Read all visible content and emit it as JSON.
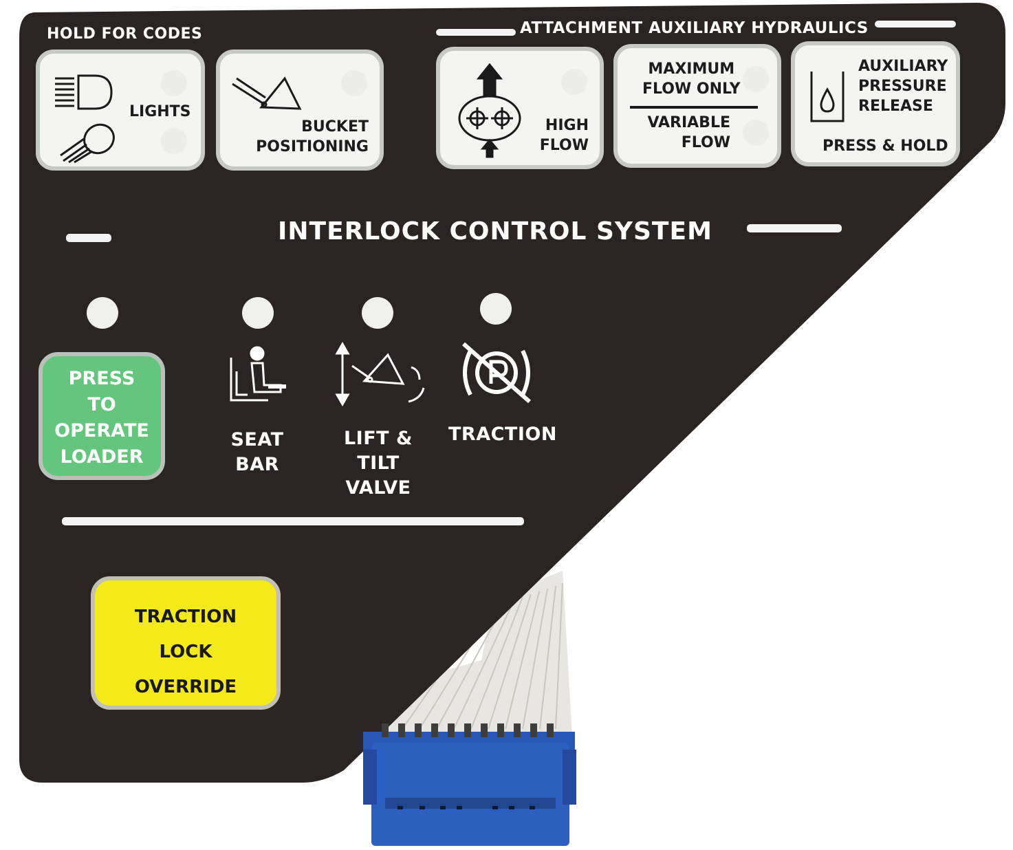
{
  "panel": {
    "color_panel": "#2a2422",
    "color_key_face": "#f4f4f2",
    "color_key_border": "#c6c9c6",
    "color_green": "#64c67c",
    "color_yellow": "#f4ea1a",
    "color_connector": "#2c5fc0"
  },
  "top_left_heading": "HOLD FOR CODES",
  "aux_heading": "ATTACHMENT AUXILIARY HYDRAULICS",
  "keys": {
    "lights": {
      "label": "LIGHTS",
      "icons": [
        "headlight-icon",
        "work-light-icon"
      ]
    },
    "bucket": {
      "line1": "BUCKET",
      "line2": "POSITIONING",
      "icon": "bucket-icon"
    },
    "high_flow": {
      "line1": "HIGH",
      "line2": "FLOW",
      "icon": "hydraulic-pump-icon"
    },
    "flow_mode": {
      "top1": "MAXIMUM",
      "top2": "FLOW ONLY",
      "bottom1": "VARIABLE",
      "bottom2": "FLOW"
    },
    "pressure_release": {
      "line1": "AUXILIARY",
      "line2": "PRESSURE",
      "line3": "RELEASE",
      "line4": "PRESS & HOLD",
      "icon": "fluid-drop-icon"
    }
  },
  "section_title": "INTERLOCK CONTROL SYSTEM",
  "indicators": [
    {
      "line1": "SEAT",
      "line2": "BAR",
      "icon": "seat-bar-icon"
    },
    {
      "line1": "LIFT & TILT",
      "line2": "VALVE",
      "icon": "lift-tilt-icon"
    },
    {
      "line1": "TRACTION",
      "line2": "",
      "icon": "parking-brake-icon"
    }
  ],
  "operate_button": {
    "l1": "PRESS",
    "l2": "TO",
    "l3": "OPERATE",
    "l4": "LOADER"
  },
  "override_button": {
    "l1": "TRACTION",
    "l2": "LOCK",
    "l3": "OVERRIDE"
  }
}
